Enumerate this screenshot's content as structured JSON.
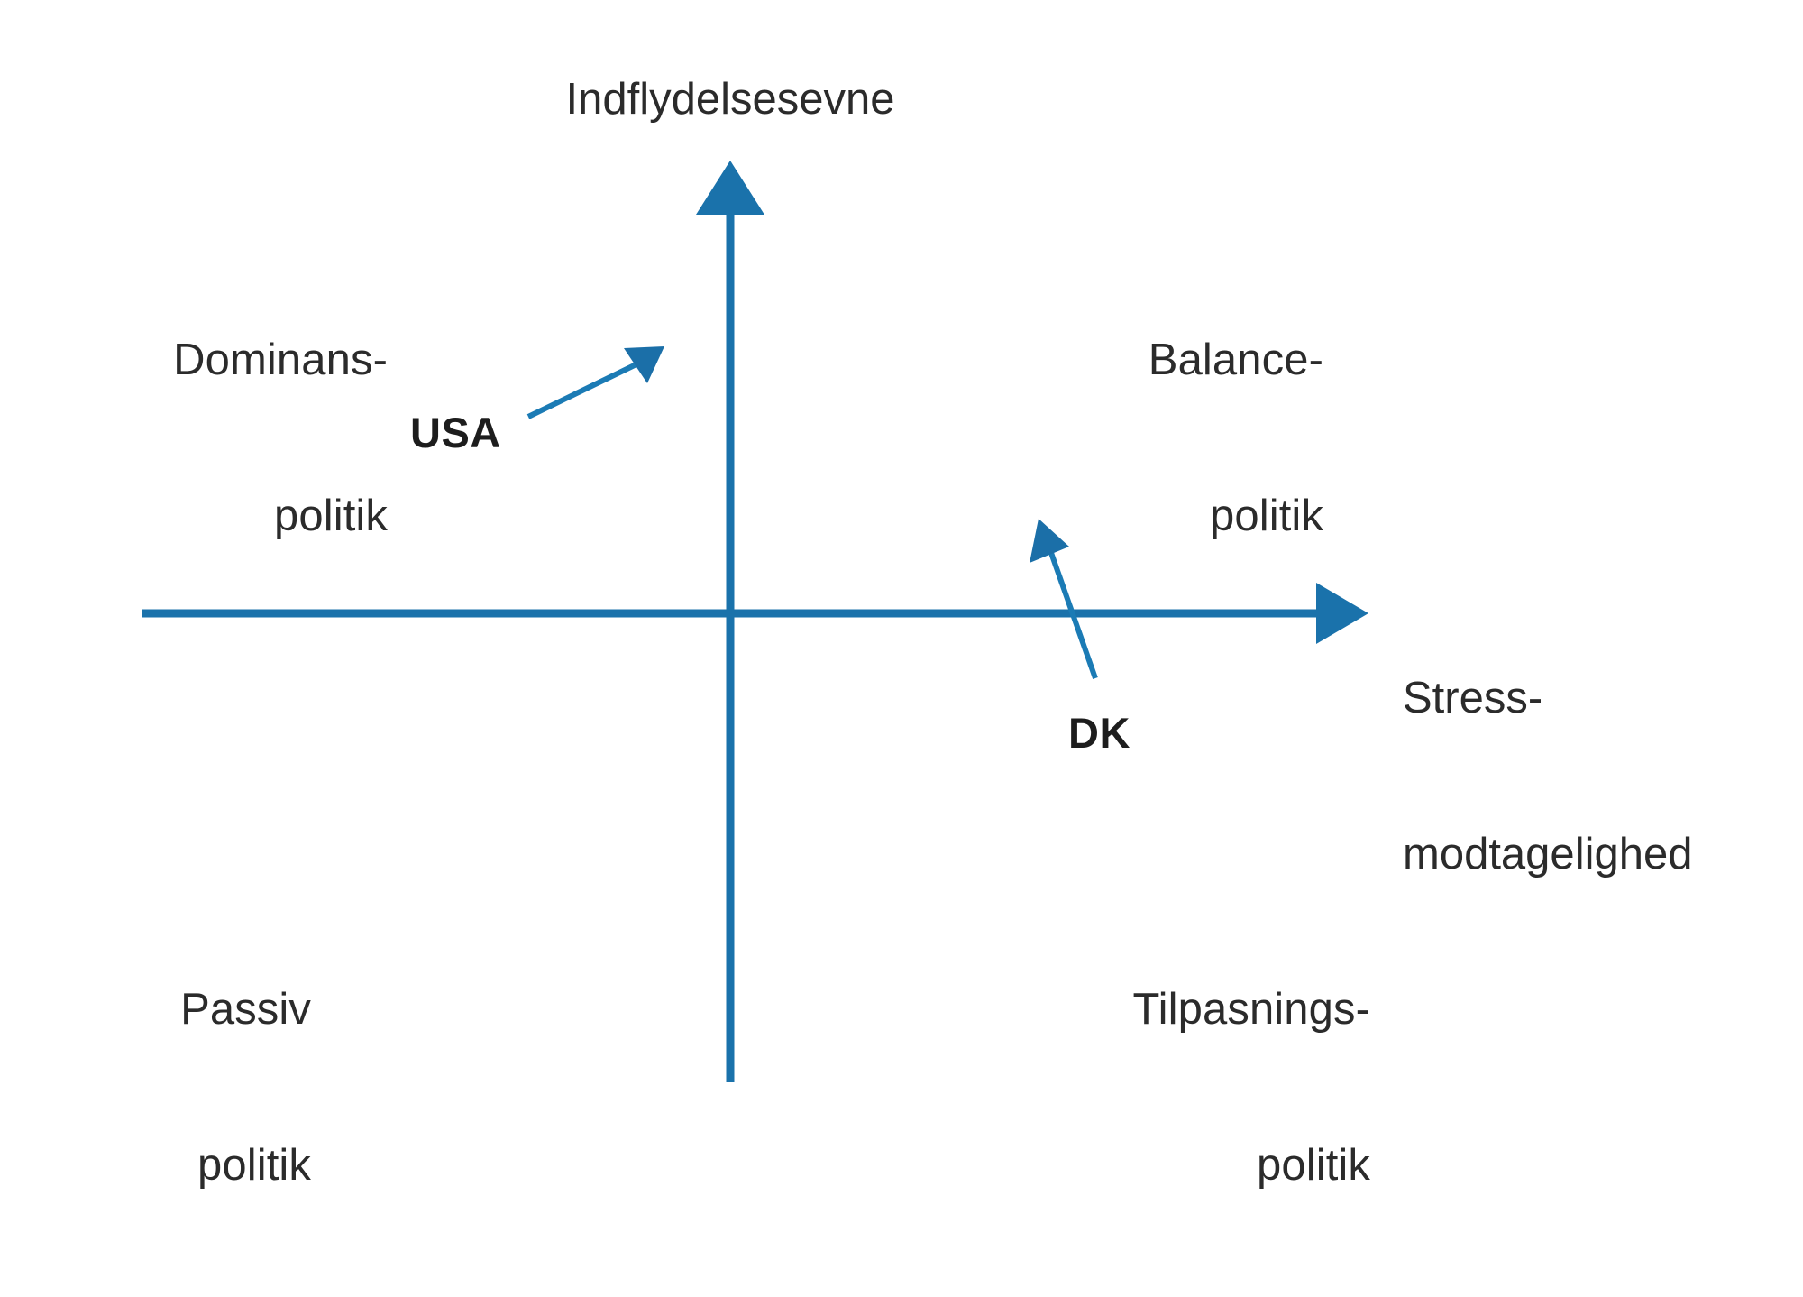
{
  "figure": {
    "background_color": "#ffffff",
    "axis_color": "#1a72ab",
    "text_color": "#2b2b2b",
    "marker_color": "#1d1d1d"
  },
  "axes": {
    "y_title": "Indflydelsesevne",
    "x_title_line1": "Stress-",
    "x_title_line2": "modtagelighed"
  },
  "quadrants": {
    "top_left_line1": "Dominans-",
    "top_left_line2": "politik",
    "top_right_line1": "Balance-",
    "top_right_line2": "politik",
    "bottom_left_line1": "Passiv",
    "bottom_left_line2": "politik",
    "bottom_right_line1": "Tilpasnings-",
    "bottom_right_line2": "politik"
  },
  "markers": {
    "usa_label": "USA",
    "dk_label": "DK"
  },
  "chart_data": {
    "type": "scatter",
    "title": "",
    "xlabel": "Stress-modtagelighed",
    "ylabel": "Indflydelsesevne",
    "xlim": [
      -1,
      1
    ],
    "ylim": [
      -1,
      1
    ],
    "grid": false,
    "legend": "none",
    "quadrant_labels": [
      {
        "quadrant": "top-left",
        "label": "Dominans-politik"
      },
      {
        "quadrant": "top-right",
        "label": "Balance-politik"
      },
      {
        "quadrant": "bottom-left",
        "label": "Passiv politik"
      },
      {
        "quadrant": "bottom-right",
        "label": "Tilpasnings-politik"
      }
    ],
    "annotations": [
      {
        "name": "USA",
        "quadrant": "top-left",
        "arrow_from": [
          -0.35,
          0.25
        ],
        "arrow_to": [
          -0.2,
          0.42
        ],
        "direction": "up-right",
        "meaning": "low stress-modtagelighed, high indflydelsesevne, trending toward balance"
      },
      {
        "name": "DK",
        "quadrant": "crosses x-axis",
        "arrow_from": [
          0.29,
          -0.13
        ],
        "arrow_to": [
          0.25,
          0.21
        ],
        "direction": "up",
        "meaning": "high stress-modtagelighed, rising indflydelsesevne"
      }
    ]
  }
}
